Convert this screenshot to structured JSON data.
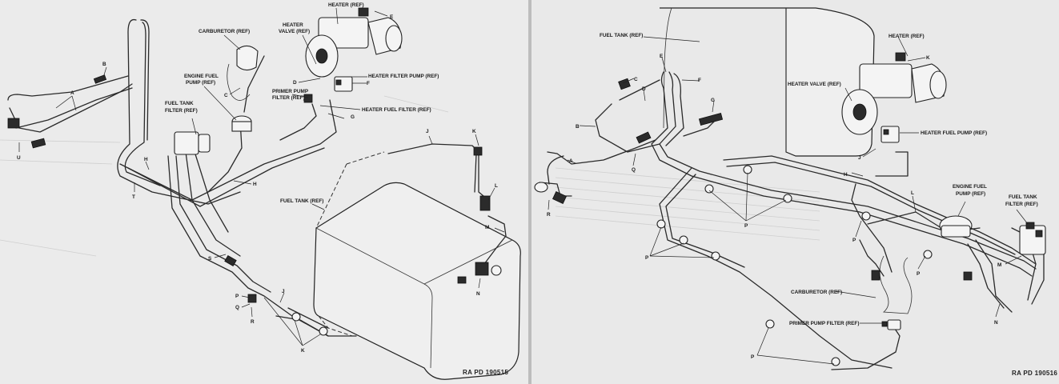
{
  "left_page": {
    "labels": {
      "heater": "HEATER (REF)",
      "e": "E",
      "carburetor": "CARBURETOR (REF)",
      "heater_valve_1": "HEATER",
      "heater_valve_2": "VALVE (REF)",
      "b": "B",
      "engine_pump_1": "ENGINE FUEL",
      "engine_pump_2": "PUMP (REF)",
      "d": "D",
      "f": "F",
      "heater_filter_pump": "HEATER FILTER PUMP (REF)",
      "a": "A",
      "primer_1": "PRIMER PUMP",
      "primer_2": "FILTER (REF)",
      "c": "C",
      "fuel_tank_filter_1": "FUEL TANK",
      "fuel_tank_filter_2": "FILTER (REF)",
      "heater_fuel_filter": "HEATER FUEL FILTER (REF)",
      "g": "G",
      "j_top": "J",
      "k_top": "K",
      "u": "U",
      "h_upper": "H",
      "t": "T",
      "h_lower": "H",
      "fuel_tank": "FUEL TANK (REF)",
      "l": "L",
      "m": "M",
      "s": "S",
      "p": "P",
      "q": "Q",
      "r": "R",
      "j_lower": "J",
      "n": "N",
      "k_lower": "K",
      "code": "RA PD 190515"
    }
  },
  "right_page": {
    "labels": {
      "fuel_tank": "FUEL TANK (REF)",
      "e": "E",
      "heater": "HEATER (REF)",
      "k": "K",
      "c": "C",
      "f": "F",
      "d": "D",
      "heater_valve": "HEATER VALVE (REF)",
      "g": "G",
      "b": "B",
      "heater_fuel_pump": "HEATER FUEL PUMP (REF)",
      "a": "A",
      "q": "Q",
      "j": "J",
      "h": "H",
      "engine_pump_1": "ENGINE FUEL",
      "engine_pump_2": "PUMP (REF)",
      "l": "L",
      "fuel_tank_filter_1": "FUEL TANK",
      "fuel_tank_filter_2": "FILTER (REF)",
      "r": "R",
      "p_mid": "P",
      "p_center": "P",
      "p_left": "P",
      "m": "M",
      "p_right": "P",
      "carburetor": "CARBURETOR (REF)",
      "n": "N",
      "primer_filter": "PRIMER PUMP FILTER (REF)",
      "p_bottom": "P",
      "code": "RA PD 190516"
    }
  }
}
